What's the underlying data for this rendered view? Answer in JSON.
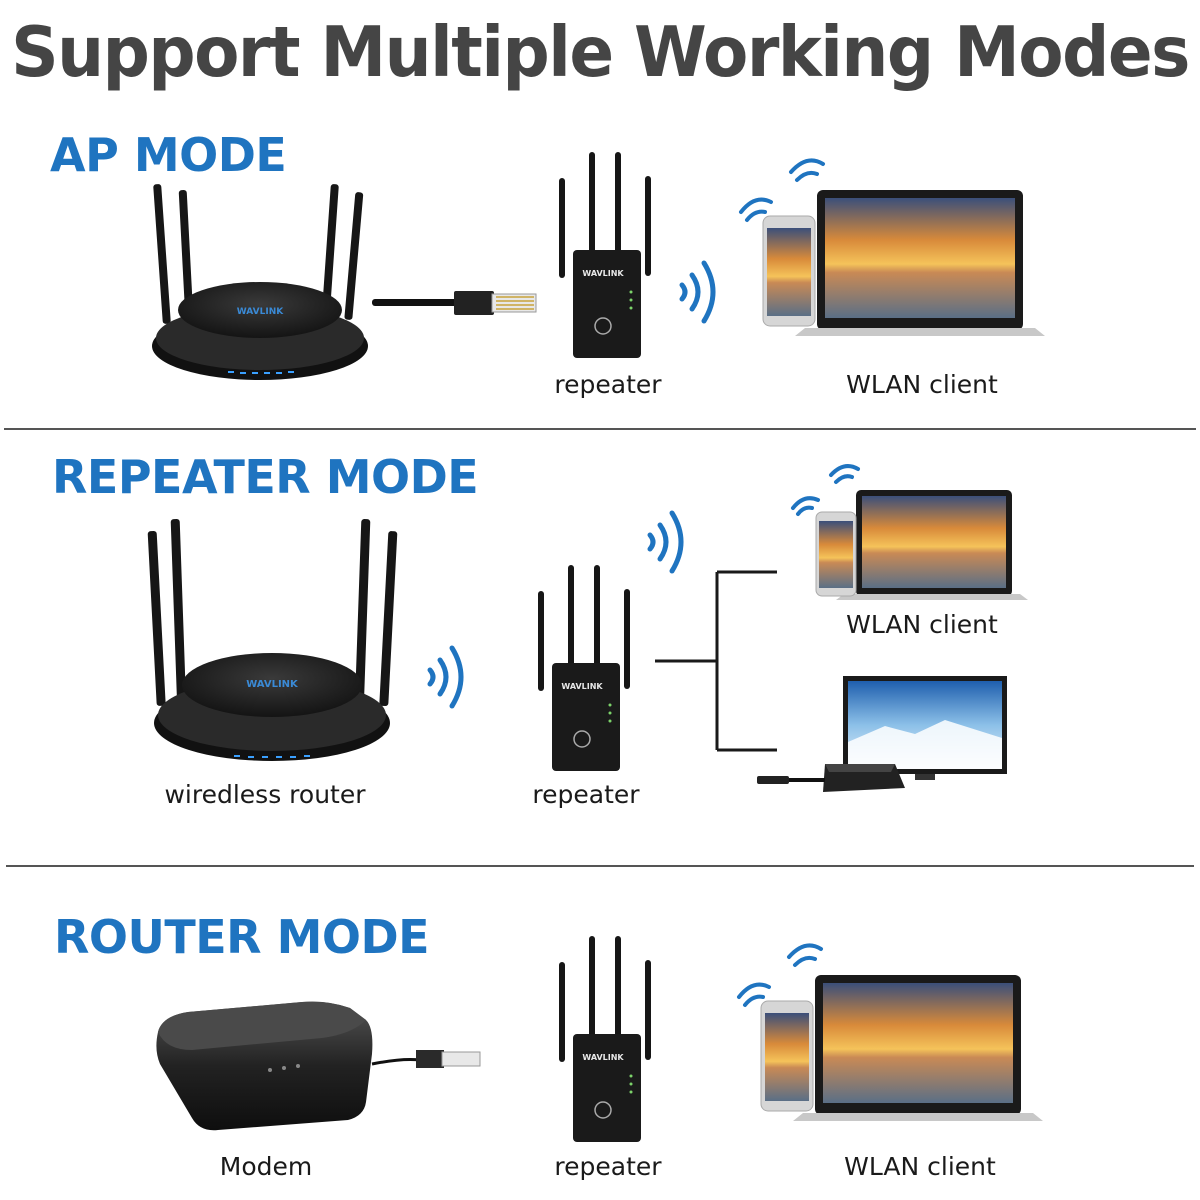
{
  "title": "Support Multiple Working Modes",
  "sections": [
    {
      "mode": "AP MODE",
      "captions": {
        "repeater": "repeater",
        "client": "WLAN client"
      }
    },
    {
      "mode": "REPEATER MODE",
      "captions": {
        "router": "wiredless router",
        "repeater": "repeater",
        "client": "WLAN client"
      }
    },
    {
      "mode": "ROUTER MODE",
      "captions": {
        "modem": "Modem",
        "repeater": "repeater",
        "client": "WLAN client"
      }
    }
  ],
  "brand": "WAVLINK",
  "colors": {
    "accent": "#1f74c0",
    "title": "#454545",
    "device": "#1c1c1c",
    "wifi": "#1f74c0"
  }
}
